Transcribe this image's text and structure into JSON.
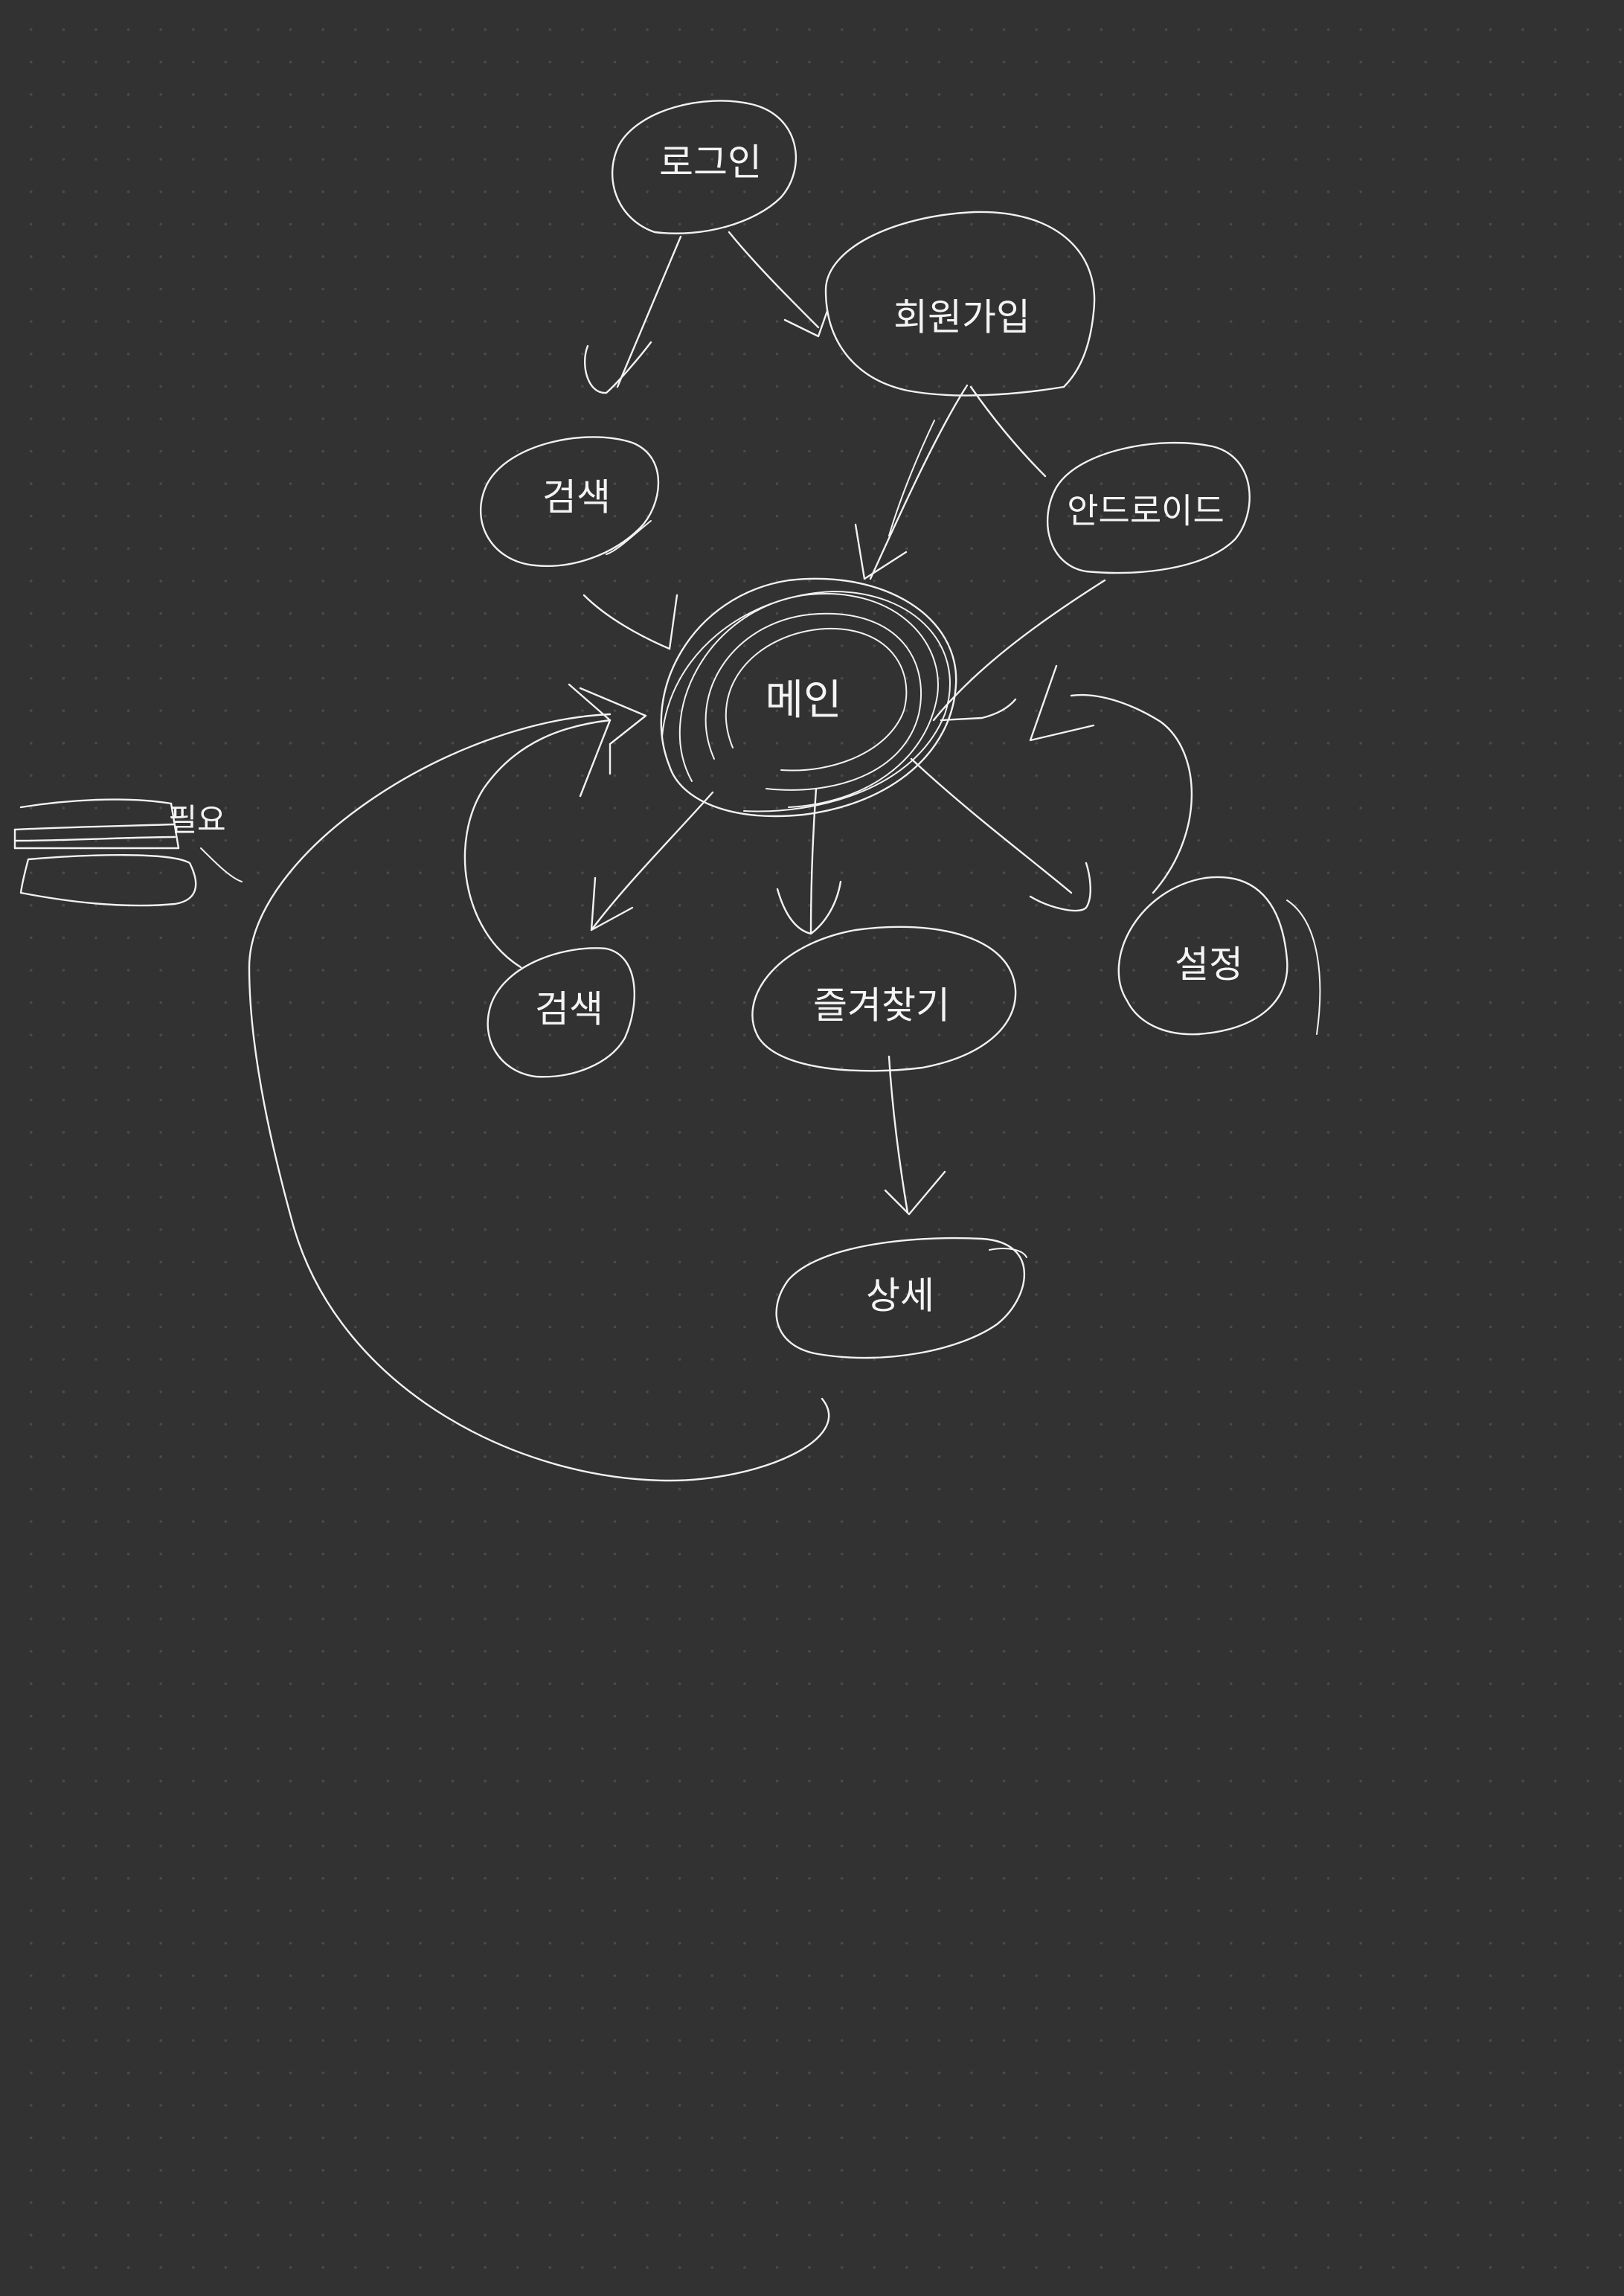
{
  "background_color": "#323232",
  "ink_color": "#f2f2f2",
  "nodes": {
    "top": "로그인",
    "signup": "회원가입",
    "search_top": "검색",
    "android": "안드로이드",
    "main": "메인",
    "search_bottom": "검색",
    "favorites": "즐겨찾기",
    "settings": "설정",
    "detail": "상세"
  },
  "side_note": {
    "text": "필요",
    "icon": "stacked-cards-icon"
  }
}
